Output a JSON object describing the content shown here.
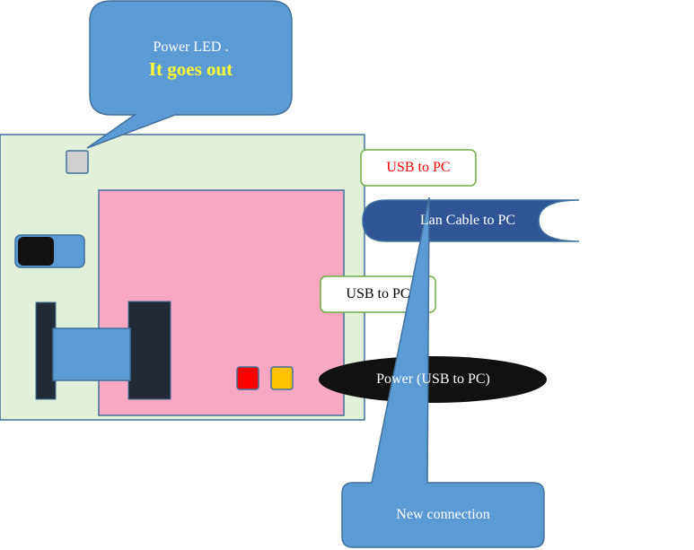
{
  "callout_power_led": {
    "line1": "Power LED .",
    "line2": "It goes out",
    "line2_color": "#ffff33"
  },
  "usb_to_pc_top": {
    "label": "USB to PC",
    "color": "#ff0000"
  },
  "lan_cable": {
    "label": "Lan Cable to PC"
  },
  "usb_to_pc_mid": {
    "label": "USB to PC"
  },
  "power_usb": {
    "label": "Power (USB to PC)"
  },
  "callout_new_connection": {
    "label": "New connection"
  },
  "colors": {
    "board": "#e2efd9",
    "module": "#f9a8c4",
    "callout": "#5b9bd5",
    "lan_cable": "#2f5597",
    "dark_part": "#222a35",
    "led_red": "#ff0000",
    "led_yellow": "#ffc000",
    "led_power": "#d0d0d0",
    "outline_green": "#70ad47"
  }
}
